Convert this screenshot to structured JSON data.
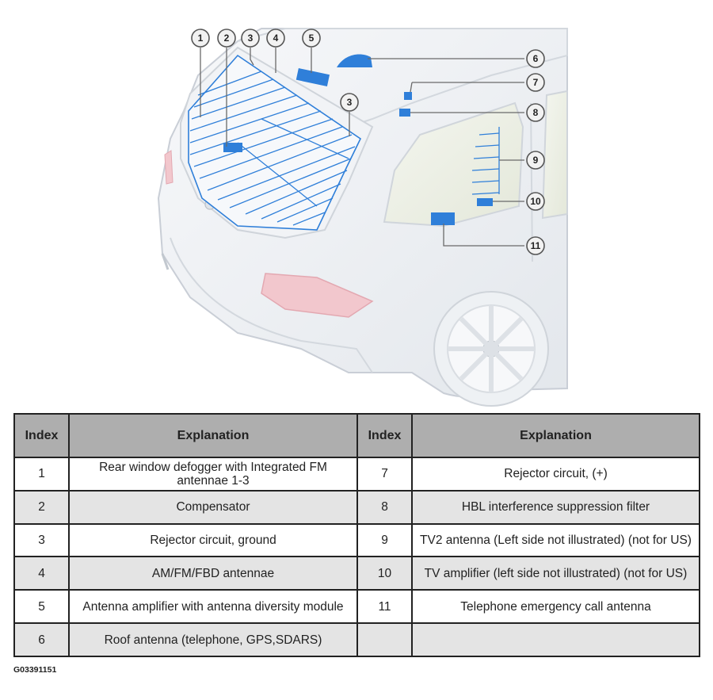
{
  "figure": {
    "callouts": [
      "1",
      "2",
      "3",
      "4",
      "5",
      "6",
      "7",
      "3",
      "8",
      "9",
      "10",
      "11"
    ]
  },
  "table": {
    "headers": [
      "Index",
      "Explanation",
      "Index",
      "Explanation"
    ],
    "rows": [
      {
        "i1": "1",
        "e1": "Rear window defogger with Integrated FM antennae 1-3",
        "i2": "7",
        "e2": "Rejector circuit, (+)"
      },
      {
        "i1": "2",
        "e1": "Compensator",
        "i2": "8",
        "e2": "HBL interference suppression filter"
      },
      {
        "i1": "3",
        "e1": "Rejector circuit, ground",
        "i2": "9",
        "e2": "TV2 antenna (Left side not illustrated) (not for US)"
      },
      {
        "i1": "4",
        "e1": "AM/FM/FBD antennae",
        "i2": "10",
        "e2": "TV amplifier (left side not illustrated) (not for US)"
      },
      {
        "i1": "5",
        "e1": "Antenna amplifier with antenna diversity module",
        "i2": "11",
        "e2": "Telephone emergency call antenna"
      },
      {
        "i1": "6",
        "e1": "Roof antenna (telephone, GPS,SDARS)",
        "i2": "",
        "e2": ""
      }
    ]
  },
  "figure_code": "G03391151",
  "colors": {
    "antenna_blue": "#2f7fd9",
    "car_body": "#eef0f3",
    "car_outline": "#c9ced6",
    "header_fill": "#aeaeae",
    "row_shade": "#e4e4e4"
  }
}
